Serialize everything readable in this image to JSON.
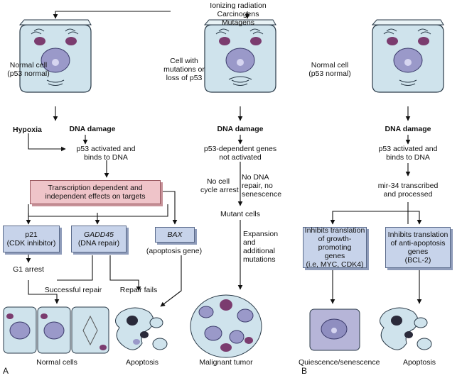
{
  "top_cause": [
    "Ionizing radiation",
    "Carcinogens",
    "Mutagens"
  ],
  "panel_a": {
    "letter": "A",
    "normal_cell_label": [
      "Normal cell",
      "(p53 normal)"
    ],
    "mutant_cell_label": [
      "Cell with",
      "mutations or",
      "loss of p53"
    ],
    "hypoxia": "Hypoxia",
    "dna_damage_left": "DNA damage",
    "dna_damage_mid": "DNA damage",
    "p53_activated": [
      "p53 activated and",
      "binds to DNA"
    ],
    "transcription_box": [
      "Transcription dependent and",
      "independent effects on targets"
    ],
    "p21_box": [
      "p21",
      "(CDK inhibitor)"
    ],
    "gadd45_box": [
      "GADD45",
      "(DNA repair)"
    ],
    "bax_box": "BAX",
    "bax_caption": "(apoptosis gene)",
    "g1_arrest": "G1 arrest",
    "successful_repair": "Successful repair",
    "repair_fails": "Repair fails",
    "normal_cells": "Normal cells",
    "apoptosis": "Apoptosis",
    "p53_not_activated": [
      "p53-dependent genes",
      "not activated"
    ],
    "no_cycle_arrest": [
      "No cell",
      "cycle arrest"
    ],
    "no_repair": [
      "No DNA",
      "repair, no",
      "senescence"
    ],
    "mutant_cells": "Mutant cells",
    "expansion": [
      "Expansion",
      "and",
      "additional",
      "mutations"
    ],
    "malignant_tumor": "Malignant tumor"
  },
  "panel_b": {
    "letter": "B",
    "normal_cell_label": [
      "Normal cell",
      "(p53 normal)"
    ],
    "dna_damage": "DNA damage",
    "p53_activated": [
      "p53 activated and",
      "binds to DNA"
    ],
    "mir34": [
      "mir-34 transcribed",
      "and processed"
    ],
    "growth_box": [
      "Inhibits translation",
      "of growth-promoting",
      "genes",
      "(i.e, MYC, CDK4)"
    ],
    "antiapoptosis_box": [
      "Inhibits translation",
      "of anti-apoptosis",
      "genes",
      "(BCL-2)"
    ],
    "quiescence": "Quiescence/senescence",
    "apoptosis": "Apoptosis"
  },
  "colors": {
    "cell_fill": "#cfe3ec",
    "cell_top": "#e9f3f6",
    "nucleus": "#9a99c9",
    "mito": "#7b3c6f",
    "box_blue": "#c7d3ea",
    "box_pink": "#efc4c9"
  }
}
